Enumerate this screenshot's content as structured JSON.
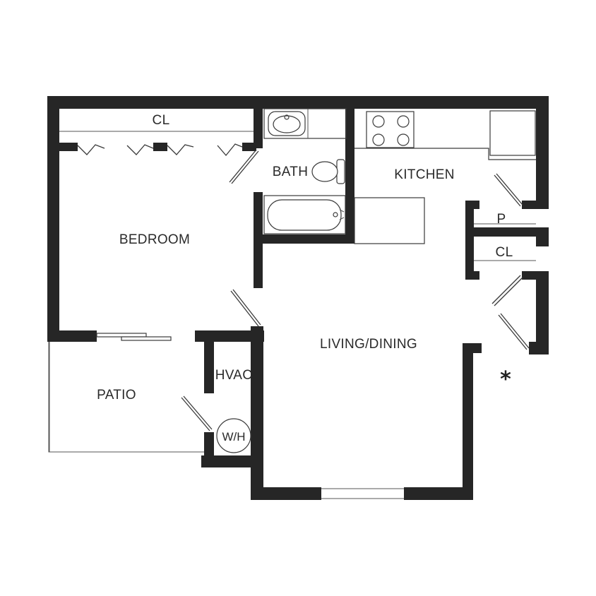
{
  "rooms": {
    "bedroom_closet": "CL",
    "bath": "BATH",
    "kitchen": "KITCHEN",
    "pantry": "P",
    "hall_closet": "CL",
    "bedroom": "BEDROOM",
    "living_dining": "LIVING/DINING",
    "patio": "PATIO",
    "hvac": "HVAC",
    "water_heater": "W/H"
  },
  "markers": {
    "entry": "*"
  },
  "colors": {
    "wall": "#262626",
    "line": "#3a3a3a",
    "background": "#ffffff"
  }
}
